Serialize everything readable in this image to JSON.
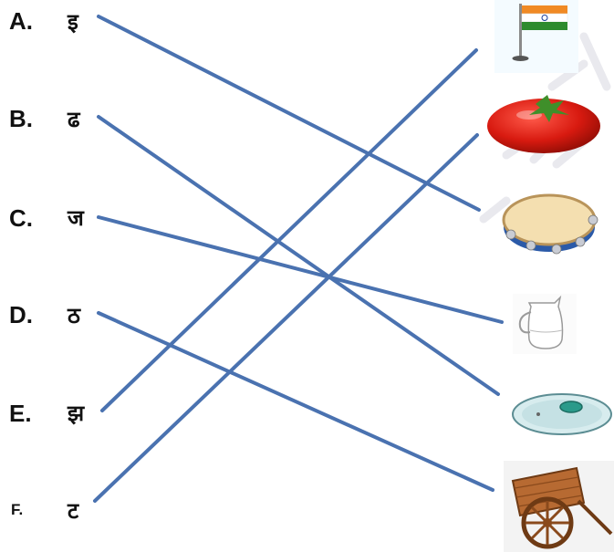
{
  "items": [
    {
      "label": "A.",
      "letter": "इ"
    },
    {
      "label": "B.",
      "letter": "ढ"
    },
    {
      "label": "C.",
      "letter": "ज"
    },
    {
      "label": "D.",
      "letter": "ठ"
    },
    {
      "label": "E.",
      "letter": "झ"
    },
    {
      "label": "F.",
      "letter": "ट"
    }
  ],
  "pictures": [
    "indian-flag",
    "tomato",
    "tambourine",
    "jug",
    "lid",
    "cart"
  ],
  "line_color": "#4a72b0"
}
